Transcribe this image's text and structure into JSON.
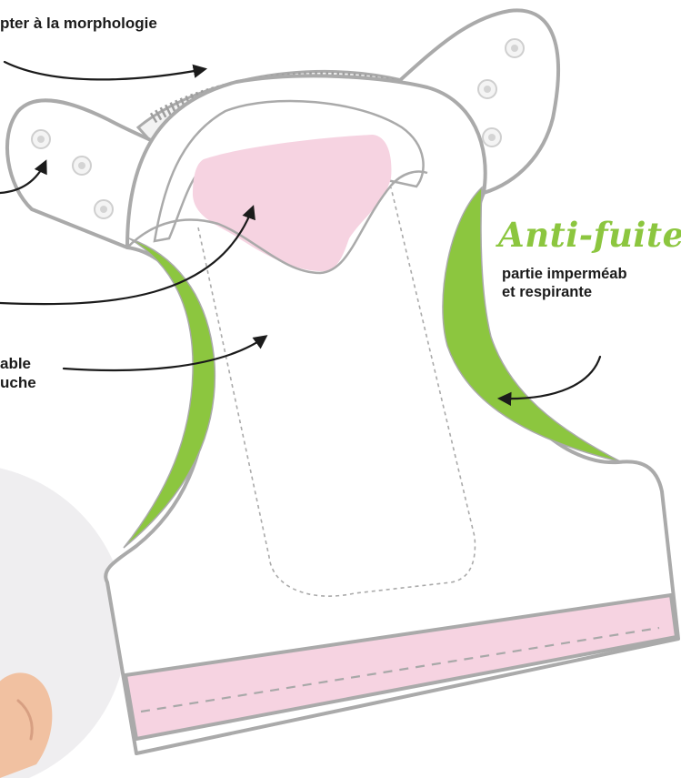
{
  "colors": {
    "outline": "#aaaaaa",
    "pink": "#f6d3e1",
    "green": "#8cc63f",
    "arrow": "#1b1b1b",
    "photo_bg": "#efeef0",
    "skin": "#f1c1a1"
  },
  "labels": {
    "top_left": "pter à la morphologie",
    "washable_lines": [
      "able",
      "uche"
    ],
    "anti_fuite_title": "Anti-fuite",
    "anti_fuite_lines": [
      "partie imperméab",
      "et respirante"
    ]
  },
  "icons": [
    "snap-button-icon",
    "curved-arrow-icon"
  ]
}
